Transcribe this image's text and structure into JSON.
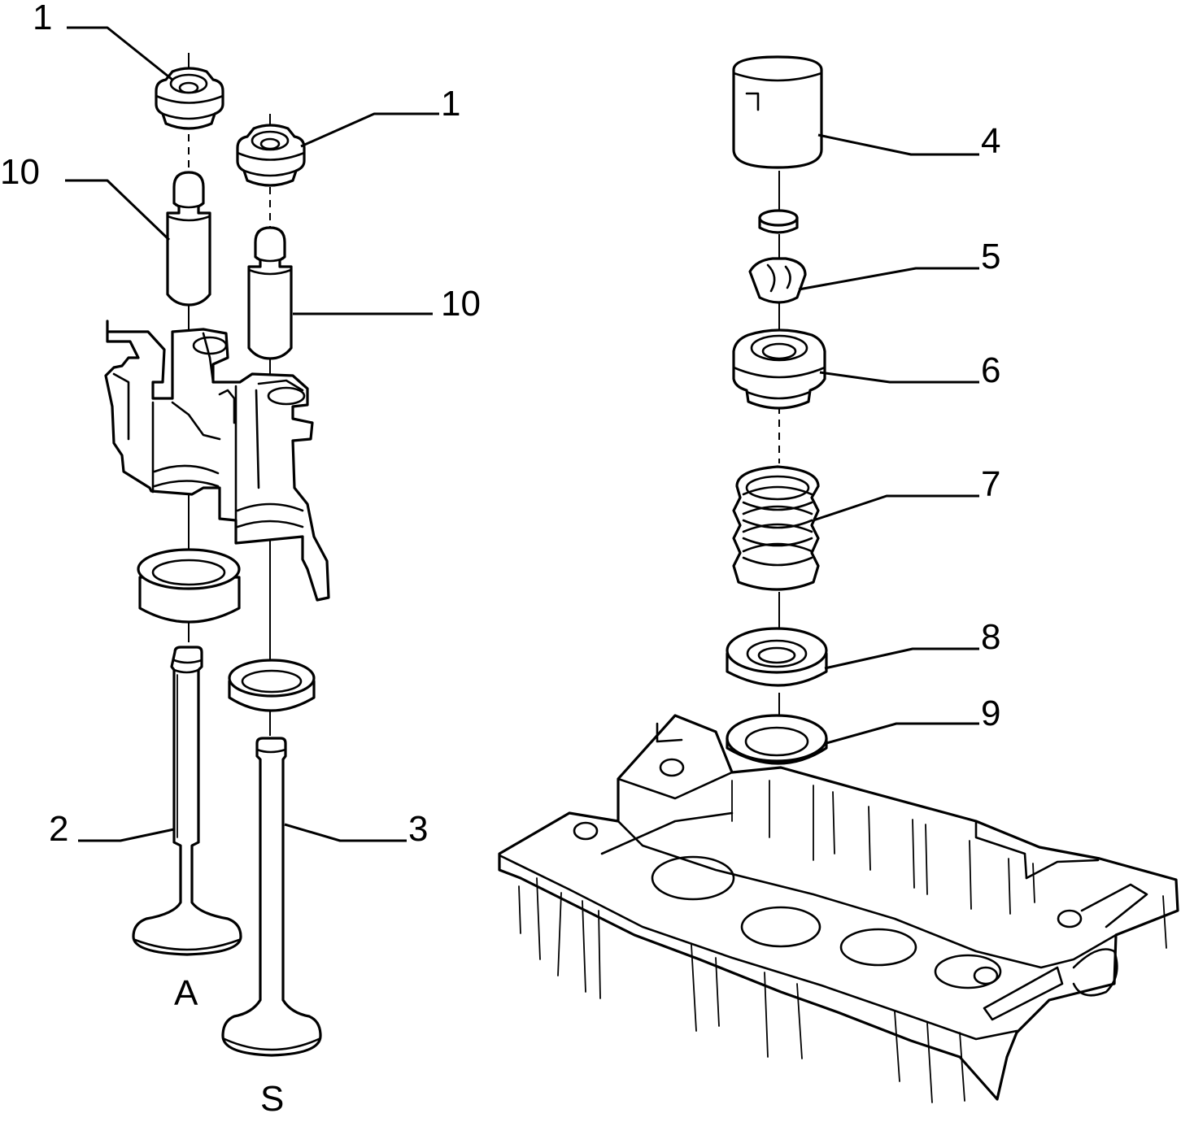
{
  "labels": {
    "intake_valve_letter": "A",
    "exhaust_valve_letter": "S",
    "part_1_left": "1",
    "part_1_right": "1",
    "part_10_left": "10",
    "part_10_right": "10",
    "part_2": "2",
    "part_3": "3",
    "part_4": "4",
    "part_5": "5",
    "part_6": "6",
    "part_7": "7",
    "part_8": "8",
    "part_9": "9"
  },
  "colors": {
    "line": "#000000",
    "background": "#ffffff"
  }
}
